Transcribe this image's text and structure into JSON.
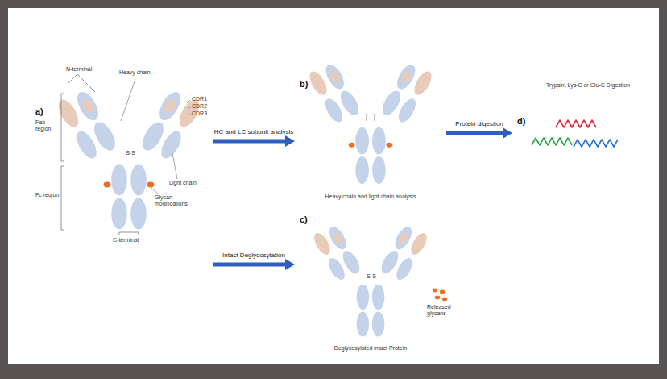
{
  "diagram": {
    "nodes": [
      {
        "text": [
          "a)"
        ]
      },
      {
        "text": [
          "b)",
          "Heavy chain and light chain analysis"
        ]
      },
      {
        "text": [
          "c)",
          "Deglycosylated intact Protein"
        ]
      },
      {
        "text": [
          "d)",
          "Trypsin, Lys-C or Glu-C Digestion"
        ]
      }
    ],
    "edges": [
      {
        "from": 0,
        "to": 1,
        "label": "HC and LC subunit analysis",
        "arrow": "to"
      },
      {
        "from": 1,
        "to": 3,
        "label": "Protein digestion",
        "arrow": "to"
      },
      {
        "from": 0,
        "to": 2,
        "label": "Intact Deglycosylation",
        "arrow": "to"
      }
    ],
    "labels": [
      "N-terminal",
      "Fab region",
      "Fc region",
      "Heavy chain",
      "Light chain",
      "CDR1",
      "CDR2",
      "CDR3",
      "Glycan modifications",
      "C-terminal",
      "S-S",
      "S-S",
      "Released glycans"
    ]
  }
}
